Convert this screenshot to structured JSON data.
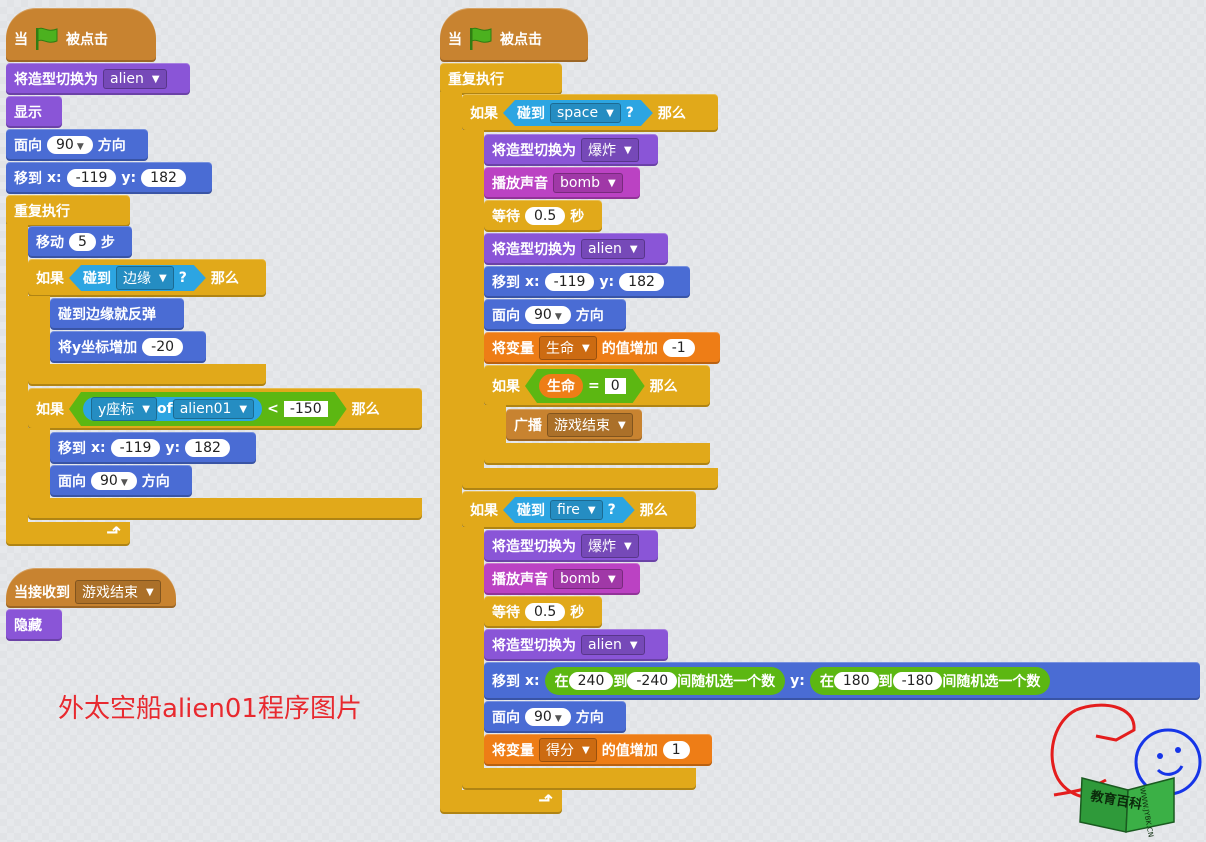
{
  "colors": {
    "motion": "#4a6cd4",
    "looks": "#8a55d7",
    "sound": "#bb42c3",
    "control": "#e1a91a",
    "events": "#c88330",
    "data": "#ee7d16",
    "sensing": "#2ca5e2",
    "operator": "#5cb712",
    "caption": "#e8292f"
  },
  "s1": {
    "when": "当",
    "clicked": "被点击",
    "switch_costume": "将造型切换为",
    "costume": "alien",
    "show": "显示",
    "point_dir": "面向",
    "dir": "90",
    "dir_suffix": "方向",
    "goto": "移到",
    "x_label": "x:",
    "x": "-119",
    "y_label": "y:",
    "y": "182",
    "forever": "重复执行",
    "move": "移动",
    "steps": "5",
    "steps_suffix": "步",
    "if": "如果",
    "touching": "碰到",
    "edge": "边缘",
    "q": "?",
    "then": "那么",
    "bounce": "碰到边缘就反弹",
    "change_y": "将y坐标增加",
    "dy": "-20",
    "if2": "如果",
    "ypos": "y座标",
    "of": "of",
    "sprite": "alien01",
    "lt": "<",
    "limit": "-150",
    "then2": "那么",
    "goto2": "移到",
    "x2_label": "x:",
    "x2": "-119",
    "y2_label": "y:",
    "y2": "182",
    "point2": "面向",
    "dir2": "90",
    "dir2_suffix": "方向"
  },
  "s2": {
    "when_receive": "当接收到",
    "message": "游戏结束",
    "hide": "隐藏"
  },
  "s3": {
    "when": "当",
    "clicked": "被点击",
    "forever": "重复执行",
    "if1": "如果",
    "touching1": "碰到",
    "obj1": "space",
    "q1": "?",
    "then1": "那么",
    "sw1": "将造型切换为",
    "cost1": "爆炸",
    "play1": "播放声音",
    "sound1": "bomb",
    "wait1": "等待",
    "wait1_v": "0.5",
    "sec1": "秒",
    "sw2": "将造型切换为",
    "cost2": "alien",
    "goto1": "移到",
    "x1_label": "x:",
    "x1": "-119",
    "y1_label": "y:",
    "y1": "182",
    "point1": "面向",
    "dir1": "90",
    "dir1_suffix": "方向",
    "chg_var": "将变量",
    "var1": "生命",
    "chg_suffix": "的值增加",
    "chg_v": "-1",
    "if_inner": "如果",
    "life": "生命",
    "eq": "=",
    "zero": "0",
    "then_inner": "那么",
    "broadcast": "广播",
    "bmsg": "游戏结束",
    "if2": "如果",
    "touching2": "碰到",
    "obj2": "fire",
    "q2": "?",
    "then2": "那么",
    "sw3": "将造型切换为",
    "cost3": "爆炸",
    "play2": "播放声音",
    "sound2": "bomb",
    "wait2": "等待",
    "wait2_v": "0.5",
    "sec2": "秒",
    "sw4": "将造型切换为",
    "cost4": "alien",
    "goto2": "移到",
    "x2_label": "x:",
    "in1": "在",
    "r1a": "240",
    "to1": "到",
    "r1b": "-240",
    "pick1": "间随机选一个数",
    "y2_label": "y:",
    "in2": "在",
    "r2a": "180",
    "to2": "到",
    "r2b": "-180",
    "pick2": "间随机选一个数",
    "point2": "面向",
    "dir2": "90",
    "dir2_suffix": "方向",
    "chg_var2": "将变量",
    "var2": "得分",
    "chg2_suffix": "的值增加",
    "chg2_v": "1"
  },
  "caption": "外太空船alien01程序图片",
  "logo": {
    "text1": "教育百科",
    "text2": "WWW.JYBK.CN"
  }
}
